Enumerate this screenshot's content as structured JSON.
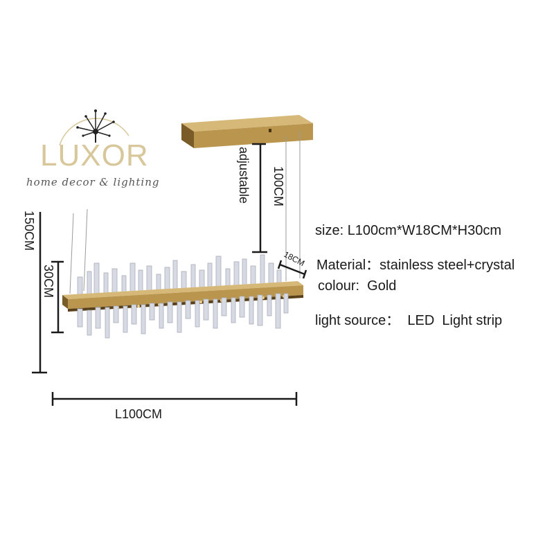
{
  "logo": {
    "wordmark": "LUXOR",
    "tagline": "home decor & lighting",
    "accent_color": "#d8c79a",
    "icon": "dandelion-chandelier-icon"
  },
  "colors": {
    "gold": "#b9954e",
    "dark_gold": "#7a5c28",
    "crystal": "#d7dae2",
    "line": "#1a1a1a"
  },
  "dimensions": {
    "total_height": "150CM",
    "fixture_height": "30CM",
    "cable_length": "100CM",
    "cable_note": "adjustable",
    "width": "18CM",
    "length": "L100CM"
  },
  "specs": [
    {
      "label": "size:",
      "value": "L100cm*W18CM*H30cm"
    },
    {
      "label": "Material：",
      "value": "stainless steel+crystal"
    },
    {
      "label": "colour:",
      "value": "Gold"
    },
    {
      "label": "light source：",
      "value": "LED  Light strip"
    }
  ]
}
